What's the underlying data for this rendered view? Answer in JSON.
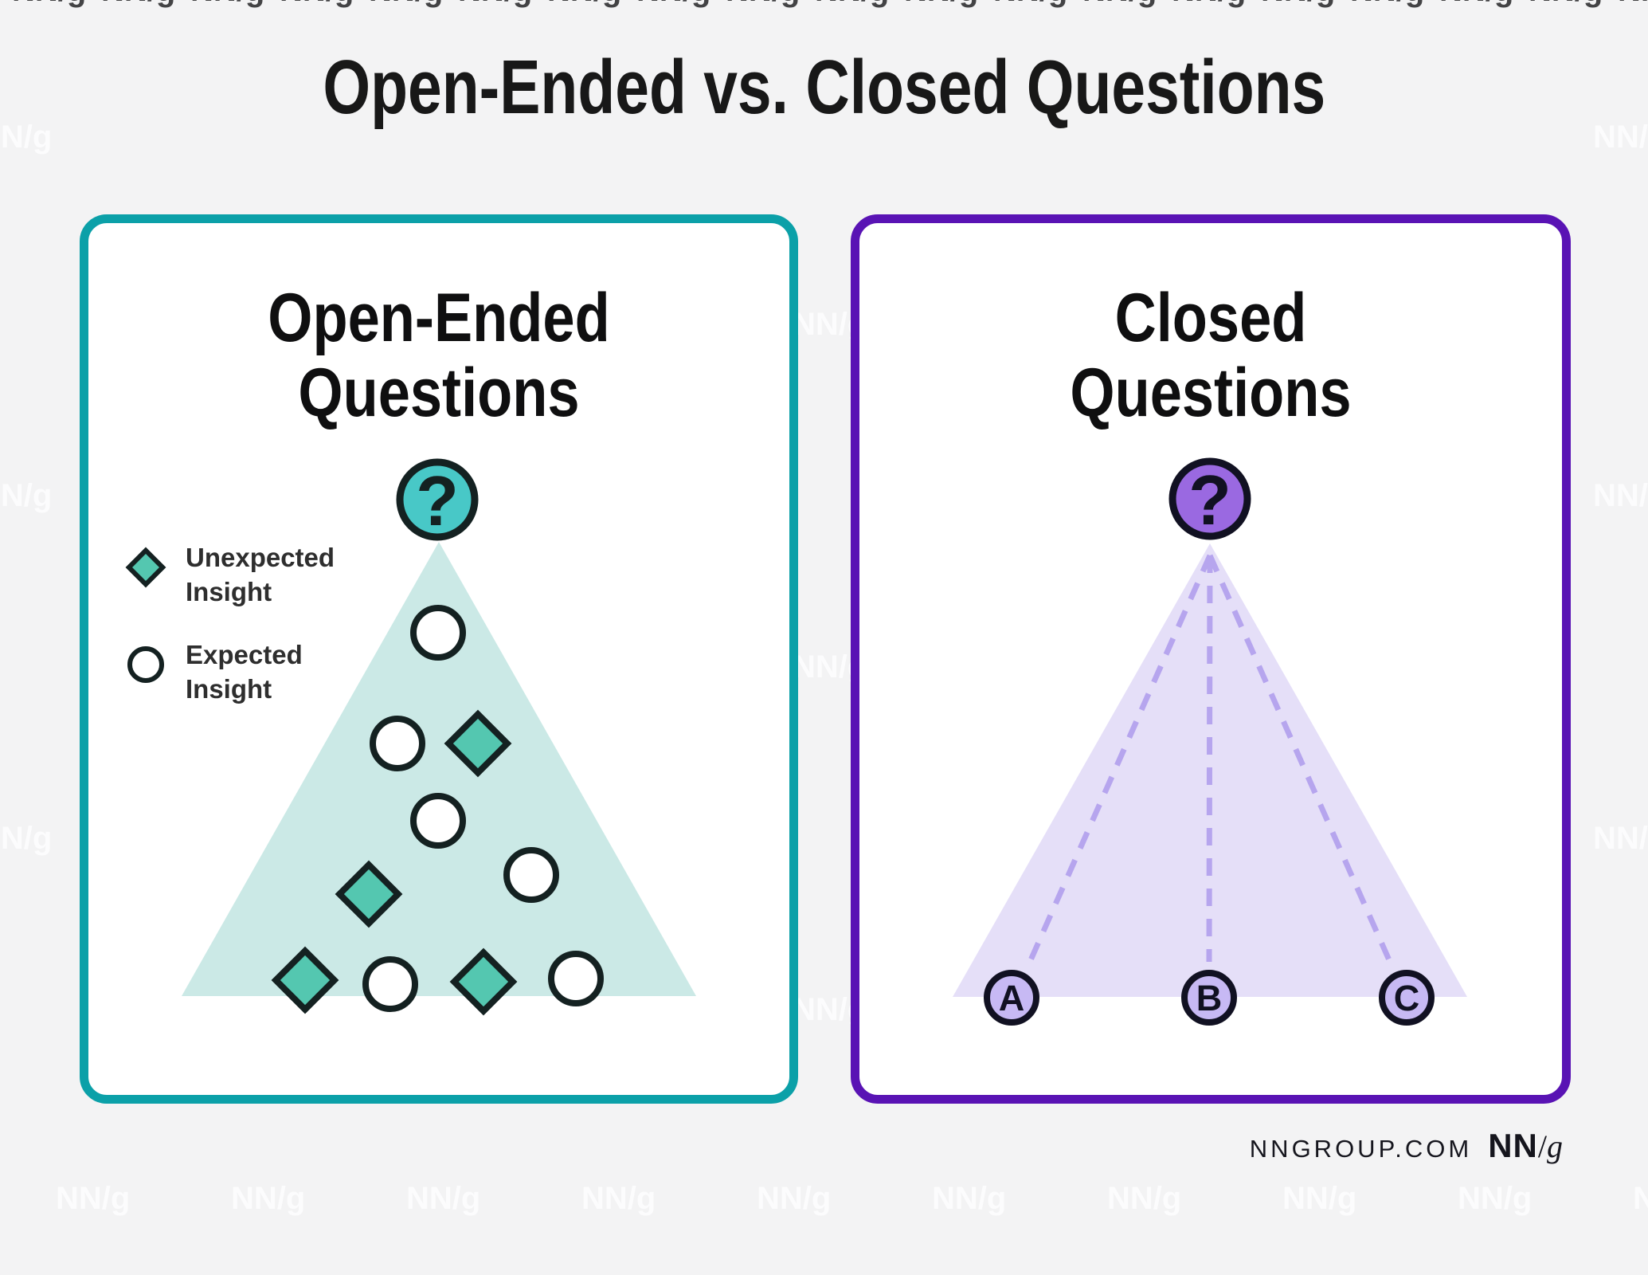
{
  "page": {
    "title": "Open-Ended vs. Closed Questions",
    "watermark_text": "NN/g"
  },
  "left_panel": {
    "title_line1": "Open-Ended",
    "title_line2": "Questions",
    "question_mark": "?",
    "legend": [
      {
        "shape": "diamond",
        "label": "Unexpected\nInsight"
      },
      {
        "shape": "circle",
        "label": "Expected\nInsight"
      }
    ],
    "insight_counts": {
      "unexpected_diamonds": 4,
      "expected_circles": 6
    }
  },
  "right_panel": {
    "title_line1": "Closed",
    "title_line2": "Questions",
    "question_mark": "?",
    "options": [
      "A",
      "B",
      "C"
    ]
  },
  "footer": {
    "site": "NNGROUP.COM",
    "logo_nn": "NN",
    "logo_slash": "/",
    "logo_g": "g"
  },
  "colors": {
    "bg": "#f3f3f4",
    "panel_bg": "#ffffff",
    "teal_border": "#0ba0a8",
    "purple_border": "#5913b4",
    "teal_circle": "#48c8c7",
    "teal_diamond": "#54c7b0",
    "mint_triangle": "#cbe9e6",
    "purple_circle": "#9a69e1",
    "lavender_triangle": "#e5dff8",
    "option_circle": "#c7b9f4",
    "dash_line": "#b6a5ee",
    "ink_teal": "#142121",
    "ink_purple": "#111122"
  }
}
